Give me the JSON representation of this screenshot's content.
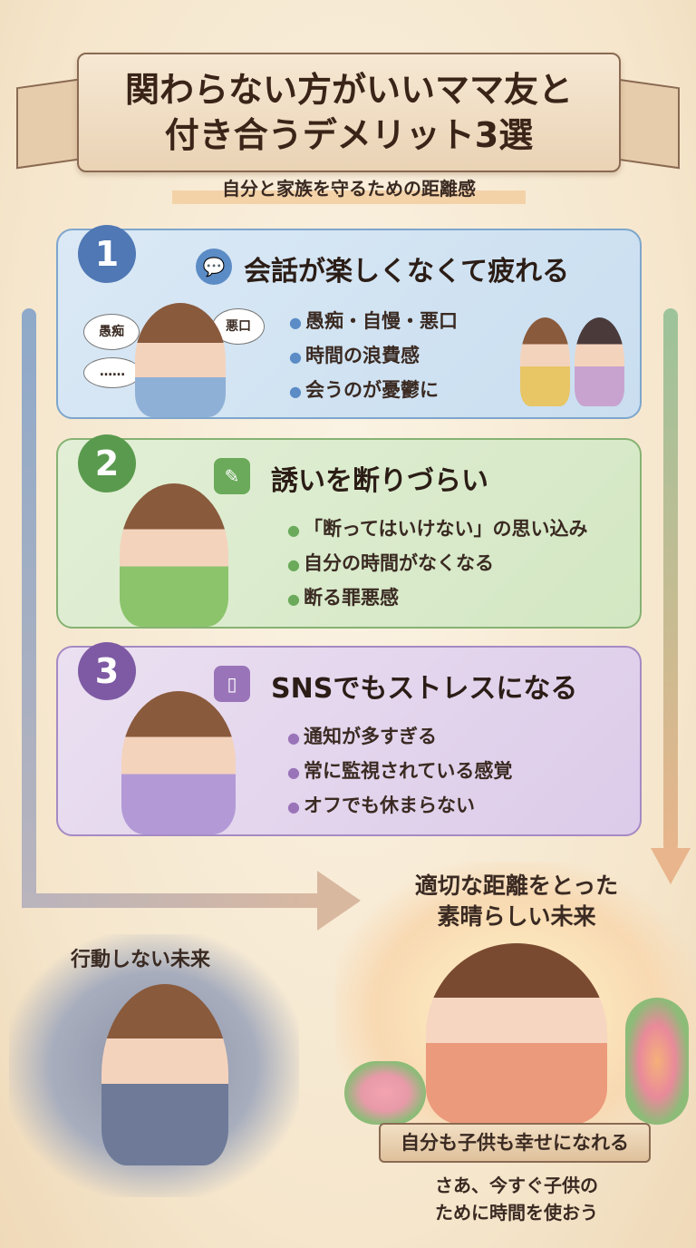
{
  "title": {
    "line1": "関わらない方がいいママ友と",
    "line2": "付き合うデメリット3選"
  },
  "subtitle": "自分と家族を守るための距離感",
  "cards": [
    {
      "number": "1",
      "icon": "chat-bubbles-icon",
      "heading": "会話が楽しくなくて疲れる",
      "bullets": [
        "愚痴・自慢・悪口",
        "時間の浪費感",
        "会うのが憂鬱に"
      ],
      "bubbles": [
        "愚痴",
        "悪口",
        "……"
      ],
      "color": "#5b8cc6"
    },
    {
      "number": "2",
      "icon": "pencil-note-icon",
      "heading": "誘いを断りづらい",
      "bullets": [
        "「断ってはいけない」の思い込み",
        "自分の時間がなくなる",
        "断る罪悪感"
      ],
      "color": "#6aaa5a"
    },
    {
      "number": "3",
      "icon": "smartphone-icon",
      "heading": "SNSでもストレスになる",
      "bullets": [
        "通知が多すぎる",
        "常に監視されている感覚",
        "オフでも休まらない"
      ],
      "color": "#9a74b8"
    }
  ],
  "bad_future": "行動しない未来",
  "good_future": {
    "line1": "適切な距離をとった",
    "line2": "素晴らしい未来",
    "ribbon": "自分も子供も幸せになれる",
    "cta1": "さあ、今すぐ子供の",
    "cta2": "ために時間を使おう"
  }
}
